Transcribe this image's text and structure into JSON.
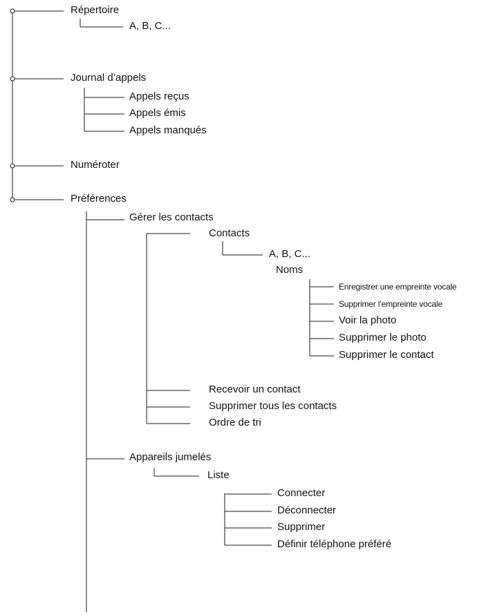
{
  "diagram": {
    "top_level": {
      "repertoire": "Répertoire",
      "journal": "Journal d’appels",
      "numeroter": "Numéroter",
      "preferences": "Préférences"
    },
    "repertoire_children": [
      "A, B, C..."
    ],
    "journal_children": [
      "Appels reçus",
      "Appels émis",
      "Appels manqués"
    ],
    "preferences_children": {
      "gerer_contacts": "Gérer les contacts",
      "appareils_jumeles": "Appareils jumelés"
    },
    "gerer_contacts_children": {
      "contacts": "Contacts",
      "recevoir": "Recevoir un contact",
      "supprimer_tous": "Supprimer tous les contacts",
      "ordre_tri": "Ordre de tri"
    },
    "contacts_children": {
      "abc": "A, B, C...",
      "noms": "Noms"
    },
    "noms_children": [
      "Enregistrer une empreinte vocale",
      "Supprimer l’empreinte vocale",
      "Voir la photo",
      "Supprimer le photo",
      "Supprimer le contact"
    ],
    "appareils_children": {
      "liste": "Liste"
    },
    "liste_children": [
      "Connecter",
      "Déconnecter",
      "Supprimer",
      "Définir téléphone préféré"
    ]
  }
}
